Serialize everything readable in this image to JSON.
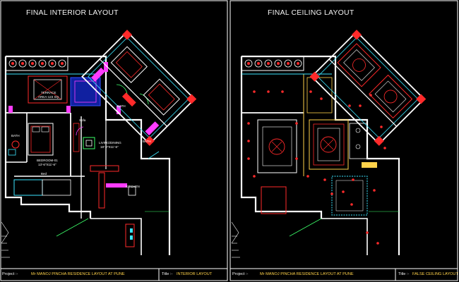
{
  "panels": {
    "interior": {
      "title": "FINAL INTERIOR LAYOUT",
      "rooms": {
        "terrace": "TERRACE",
        "terrace_area": "AREA-123 SQ.",
        "bath_left": "BATH",
        "bath_top": "BATH",
        "bath_right": "BATH",
        "bedroom": "BEDROOM-01",
        "bedroom_size": "13'-6\"X11'-6\"",
        "living": "LIVING/DINING",
        "living_size": "18'-0\"X11'-6\"",
        "kitchen": "KITCHEN",
        "sofa": "Sofa",
        "bed": "Bed"
      },
      "footer": {
        "project_label": "Project :-",
        "project_value": "Mr MANOJ PINCHA RESIDENCE LAYOUT AT PUNE",
        "title_label": "Title :-",
        "title_value": "INTERIOR LAYOUT"
      }
    },
    "ceiling": {
      "title": "FINAL CEILING LAYOUT",
      "footer": {
        "project_label": "Project :-",
        "project_value": "Mr MANOJ PINCHA RESIDENCE LAYOUT AT PUNE",
        "title_label": "Title :-",
        "title_value": "FALSE CEILING LAYOUT"
      }
    }
  },
  "colors": {
    "background": "#000000",
    "wall": "#ffffff",
    "furniture": "#ff2a2a",
    "accent_magenta": "#ff3cff",
    "accent_cyan": "#3ce6ff",
    "accent_blue": "#3050ff",
    "accent_yellow": "#ffd24a",
    "accent_green": "#3cff6a",
    "border": "#ffffff"
  }
}
